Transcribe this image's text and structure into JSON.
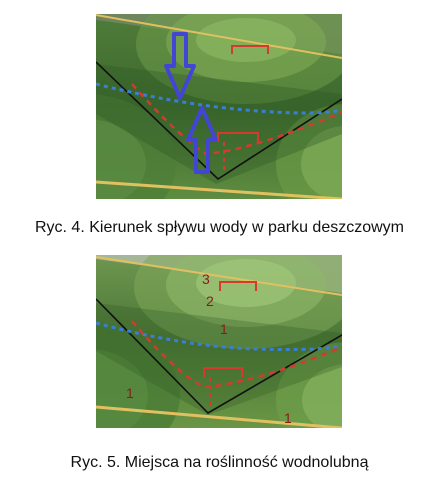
{
  "figures": [
    {
      "id": "fig4",
      "caption": "Ryc. 4. Kierunek spływu wody w parku deszczowym"
    },
    {
      "id": "fig5",
      "caption": "Ryc. 5. Miejsca na roślinność wodnolubną"
    }
  ],
  "zone_labels": [
    "3",
    "2",
    "1",
    "1",
    "1"
  ],
  "colors": {
    "grass_dark": "#3f6a2f",
    "grass_mid": "#5c8a3e",
    "grass_light": "#7aa350",
    "water_line": "#3a7fd6",
    "overflow_line": "#d43a2e",
    "arrow": "#4346d4",
    "path": "#d9b85a",
    "label": "#8b1a1a"
  }
}
